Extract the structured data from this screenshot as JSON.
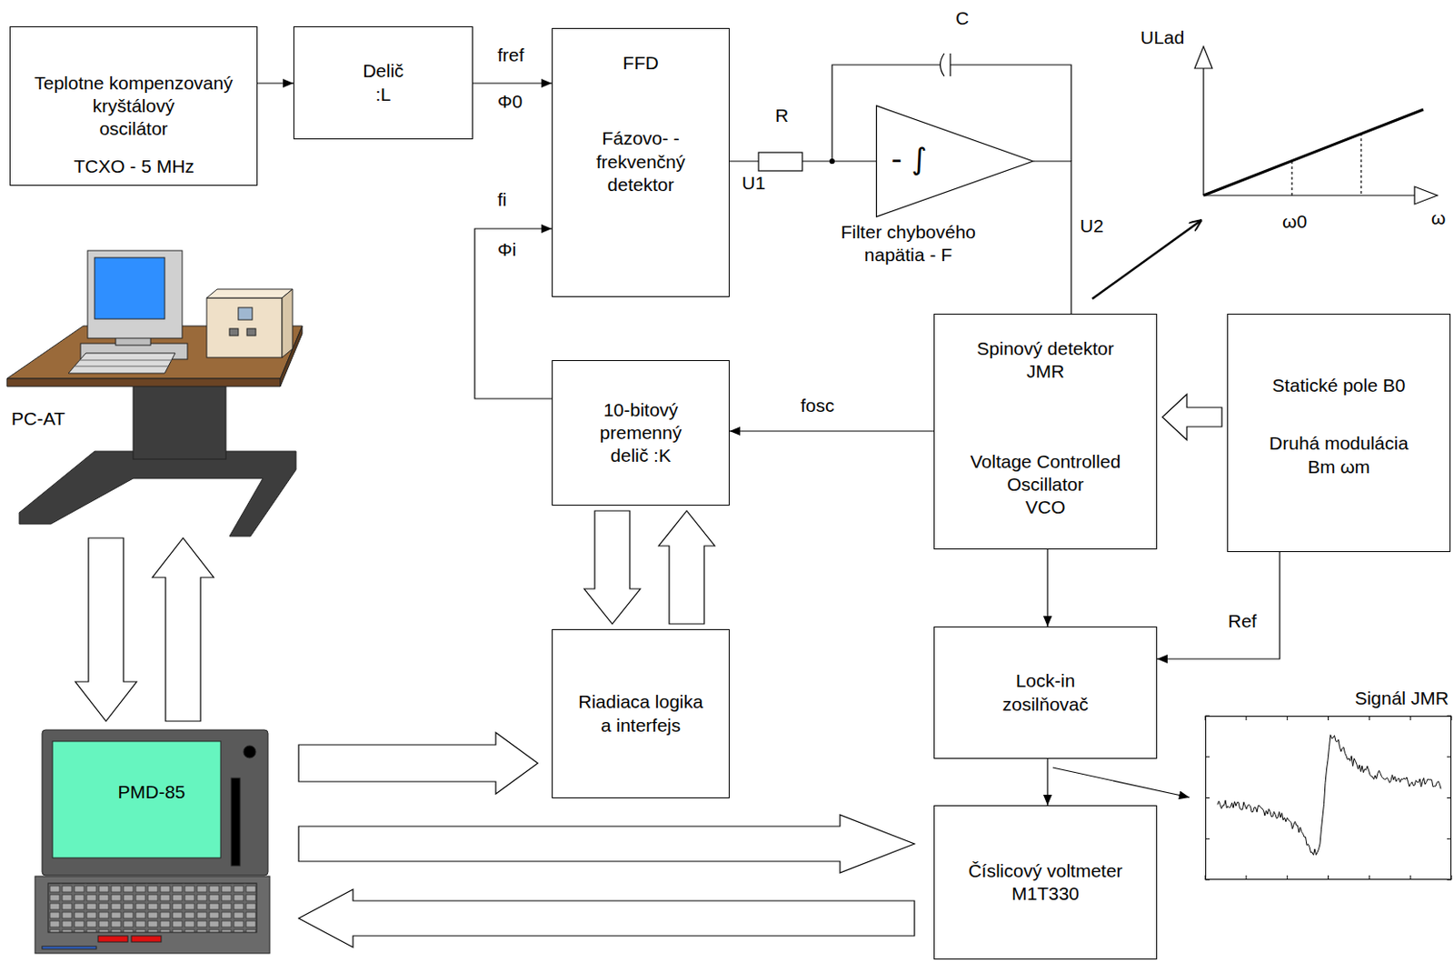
{
  "diagram": {
    "nodes": [
      {
        "text": [
          "Teplotne kompenzovaný kryštálový",
          "oscilátor",
          "TCXO - 5 MHz"
        ]
      },
      {
        "text": [
          "Delič :L"
        ]
      },
      {
        "text": [
          "FFD",
          "Fázovo- -frekvenčný detektor"
        ]
      },
      {
        "text": [
          "- ∫",
          "Filter chybového napätia - F"
        ]
      },
      {
        "text": [
          "Spinový detektor JMR",
          "Voltage Controlled Oscillator",
          "VCO"
        ]
      },
      {
        "text": [
          "Statické pole B0",
          "Druhá modulácia Bm ωm"
        ]
      },
      {
        "text": [
          "10-bitový premenný delič :K"
        ]
      },
      {
        "text": [
          "Riadiaca logika a interfejs"
        ]
      },
      {
        "text": [
          "Lock-in zosilňovač"
        ]
      },
      {
        "text": [
          "Číslicový voltmeter M1T330"
        ]
      },
      {
        "text": [
          "PC-AT"
        ]
      },
      {
        "text": [
          "PMD-85"
        ]
      },
      {
        "text": [
          "Signál JMR"
        ]
      }
    ],
    "edges": [
      {
        "from": 0,
        "to": 1,
        "arrow": "to"
      },
      {
        "from": 1,
        "to": 2,
        "arrow": "to"
      },
      {
        "from": 6,
        "to": 2,
        "arrow": "to"
      },
      {
        "from": 2,
        "to": 3,
        "label": "U1",
        "arrow": "none"
      },
      {
        "from": 3,
        "to": 4,
        "label": "U2",
        "arrow": "none"
      },
      {
        "from": 4,
        "to": 6,
        "label": "fosc",
        "arrow": "to"
      },
      {
        "from": 5,
        "to": 4,
        "arrow": "to"
      },
      {
        "from": 4,
        "to": 8,
        "arrow": "to"
      },
      {
        "from": 5,
        "to": 8,
        "label": "Ref",
        "arrow": "to"
      },
      {
        "from": 8,
        "to": 9,
        "arrow": "to"
      },
      {
        "from": 8,
        "to": 12,
        "arrow": "to"
      },
      {
        "from": 6,
        "to": 7,
        "arrow": "to"
      },
      {
        "from": 7,
        "to": 6,
        "arrow": "to"
      },
      {
        "from": 10,
        "to": 11,
        "arrow": "to"
      },
      {
        "from": 11,
        "to": 10,
        "arrow": "to"
      },
      {
        "from": 11,
        "to": 7,
        "arrow": "to"
      },
      {
        "from": 11,
        "to": 9,
        "arrow": "to"
      },
      {
        "from": 9,
        "to": 11,
        "arrow": "to"
      }
    ],
    "labels": [
      "fref",
      "Φ0",
      "fi",
      "Φi",
      "R",
      "C",
      "ULad",
      "ω0",
      "ω"
    ]
  }
}
